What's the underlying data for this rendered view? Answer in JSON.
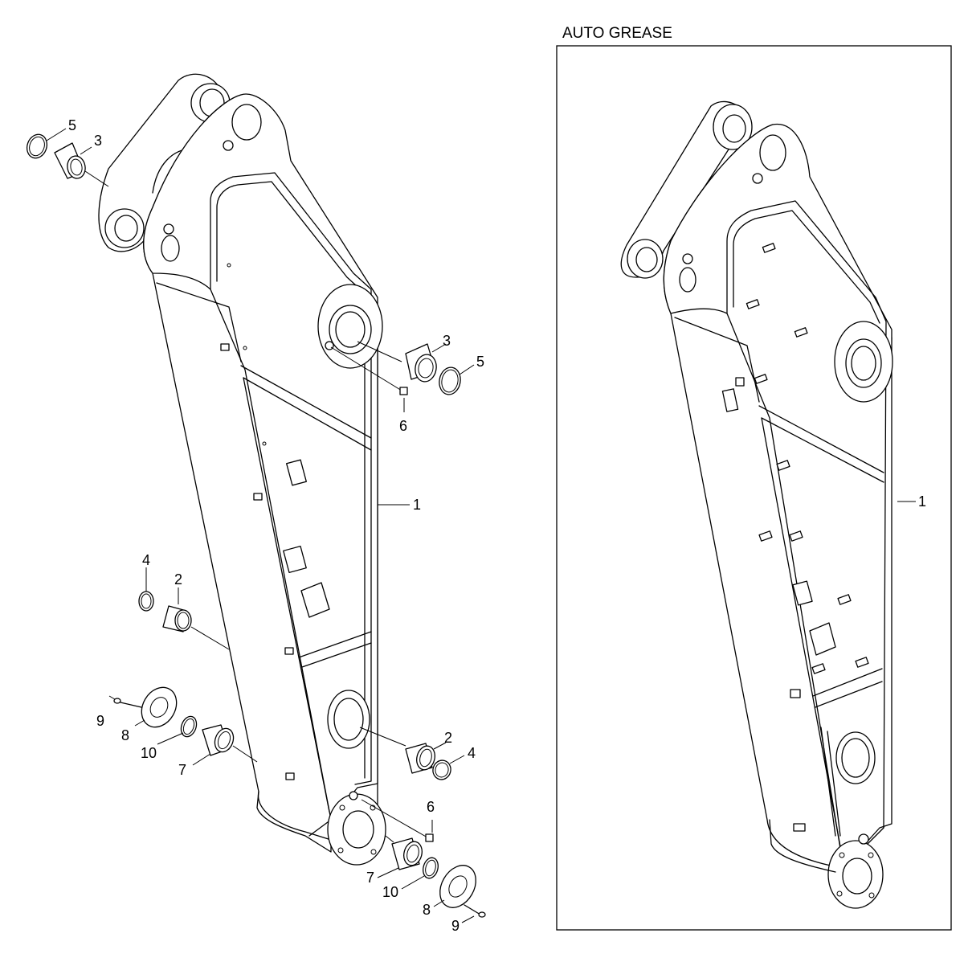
{
  "inset": {
    "title": "AUTO GREASE"
  },
  "callouts": {
    "main_5a": "5",
    "main_3a": "3",
    "main_3b": "3",
    "main_5b": "5",
    "main_6a": "6",
    "main_1": "1",
    "main_4a": "4",
    "main_2a": "2",
    "main_9a": "9",
    "main_8a": "8",
    "main_10a": "10",
    "main_7a": "7",
    "main_2b": "2",
    "main_4b": "4",
    "main_6b": "6",
    "main_7b": "7",
    "main_10b": "10",
    "main_8b": "8",
    "main_9b": "9",
    "inset_1": "1"
  }
}
